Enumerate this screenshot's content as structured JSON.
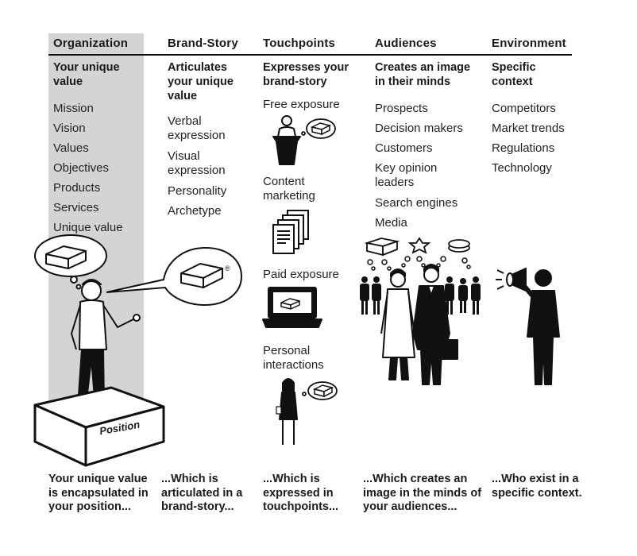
{
  "columns": {
    "organization": {
      "header": "Organization",
      "subheader": "Your unique value",
      "items": [
        "Mission",
        "Vision",
        "Values",
        "Objectives",
        "Products",
        "Services",
        "Unique value"
      ]
    },
    "brand_story": {
      "header": "Brand-Story",
      "subheader": "Articulates your unique value",
      "items": [
        "Verbal expression",
        "Visual expression",
        "Personality",
        "Archetype"
      ]
    },
    "touchpoints": {
      "header": "Touchpoints",
      "subheader": "Expresses your brand-story",
      "items": [
        "Free exposure",
        "Content marketing",
        "Paid exposure",
        "Personal interactions"
      ]
    },
    "audiences": {
      "header": "Audiences",
      "subheader": "Creates an image in their minds",
      "items": [
        "Prospects",
        "Decision makers",
        "Customers",
        "Key opinion leaders",
        "Search engines",
        "Media"
      ]
    },
    "environment": {
      "header": "Environment",
      "subheader": "Specific context",
      "items": [
        "Competitors",
        "Market trends",
        "Regulations",
        "Technology"
      ]
    }
  },
  "pedestal_label": "Position",
  "registered_mark": "®",
  "footer": {
    "organization": "Your unique value is encapsulated in your position...",
    "brand_story": "...Which is articulated in a brand-story...",
    "touchpoints": "...Which is expressed in touchpoints...",
    "audiences": "...Which creates an image in the minds of your audiences...",
    "environment": "...Who exist in a specific context."
  },
  "colors": {
    "band": "#d4d4d4",
    "ink": "#111111"
  }
}
